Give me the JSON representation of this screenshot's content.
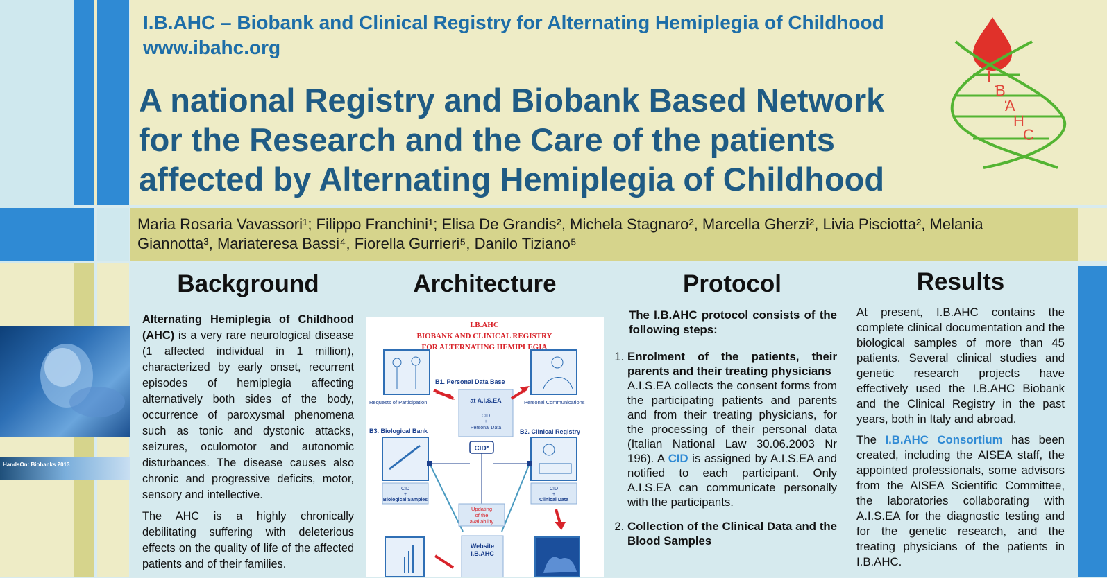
{
  "header": {
    "org_title": "I.B.AHC  – Biobank and Clinical Registry for Alternating Hemiplegia of Childhood",
    "url": "www.ibahc.org",
    "main_title_lines": [
      "A national Registry and Biobank Based Network",
      "for the Research and the Care of the patients",
      "affected by Alternating  Hemiplegia  of Childhood"
    ]
  },
  "logo": {
    "letters": [
      "I",
      ".",
      "B",
      ".",
      "A",
      "H",
      "C"
    ]
  },
  "authors": {
    "line1": "Maria Rosaria Vavassori¹; Filippo  Franchini¹;  Elisa De Grandis², Michela Stagnaro², Marcella Gherzi², Livia Pisciotta², Melania",
    "line2": "Giannotta³, Mariateresa Bassi⁴, Fiorella Gurrieri⁵, Danilo Tiziano⁵"
  },
  "side_banner": {
    "caption": "HandsOn: Biobanks 2013"
  },
  "sections": {
    "background": {
      "title": "Background",
      "lead_bold": "Alternating Hemiplegia of Childhood (AHC)",
      "p1_rest": " is a very rare neurological disease (1 affected individual in 1 million), characterized by early onset, recurrent episodes of hemiplegia affecting alternatively both sides of the body, occurrence of paroxysmal phenomena such as tonic and  dystonic attacks, seizures, oculomotor and autonomic disturbances. The disease causes also chronic and progressive deficits, motor, sensory and intellective.",
      "p2": "The AHC is a highly chronically debilitating suffering with deleterious effects on the quality of life of the affected patients and of their families."
    },
    "architecture": {
      "title": "Architecture",
      "diagram": {
        "title1": "I.B.AHC",
        "title2": "BIOBANK AND CLINICAL REGISTRY",
        "title3": "FOR ALTERNATING HEMIPLEGIA",
        "b1": "B1. Personal Data Base",
        "requests": "Requests of Participation",
        "personal_comm": "Personal Communications",
        "aisea": "at A.I.S.EA",
        "cid_personal": "CID",
        "plus1": "+",
        "personal_data": "Personal Data",
        "cid_box": "CID*",
        "b3": "B3. Biological Bank",
        "b2": "B2. Clinical Registry",
        "cid_bio": "CID",
        "plus2": "+",
        "bio_samples": "Biological Samples",
        "cid_clin": "CID",
        "plus3": "+",
        "clin_data": "Clinical Data",
        "updating": "Updating",
        "of_the": "of the",
        "availability": "availability",
        "website": "Website",
        "website2": "I.B.AHC"
      }
    },
    "protocol": {
      "title": "Protocol",
      "intro": "The I.B.AHC protocol consists of the following steps:",
      "step1_title": "Enrolment of the patients, their parents and their treating physicians",
      "step1_text_a": "A.I.S.EA collects the consent forms from the participating patients and parents and from their treating physicians, for the processing of their personal data (Italian National Law 30.06.2003 Nr 196).   A ",
      "step1_cid": "CID",
      "step1_text_b": " is assigned by A.I.S.EA and notified to each participant. Only A.I.S.EA can communicate personally with the participants.",
      "step2_title": "Collection of the Clinical Data and the Blood Samples"
    },
    "results": {
      "title": "Results",
      "p1": "At present, I.B.AHC contains the complete clinical  documentation and the biological samples of more than 45 patients. Several clinical studies and genetic research projects have effectively used the I.B.AHC Biobank and the Clinical Registry in the past years, both in Italy and abroad.",
      "p2_a": "The ",
      "p2_link": "I.B.AHC Consortium",
      "p2_b": " has been created, including the AISEA staff, the appointed professionals, some advisors from the AISEA Scientific Committee, the laboratories collaborating with A.I.S.EA for the diagnostic testing and for the genetic research, and the treating physicians of the patients in I.B.AHC."
    }
  },
  "colors": {
    "header_bg": "#eeecc6",
    "title_blue": "#1f5b84",
    "accent_blue": "#2f8ad4",
    "author_bar": "#d6d48c",
    "diagram_red": "#d8232a"
  }
}
